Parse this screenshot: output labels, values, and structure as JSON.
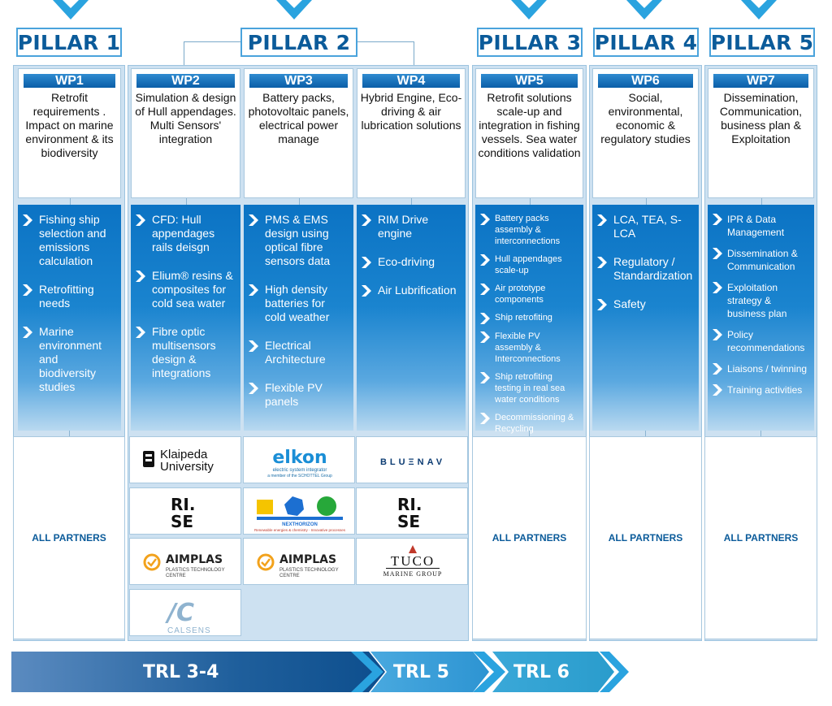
{
  "pillars": [
    {
      "label": "PILLAR 1"
    },
    {
      "label": "PILLAR 2"
    },
    {
      "label": "PILLAR 3"
    },
    {
      "label": "PILLAR 4"
    },
    {
      "label": "PILLAR 5"
    }
  ],
  "wps": [
    {
      "tag": "WP1",
      "title": "Retrofit requirements  . Impact on marine environment & its biodiversity",
      "items": [
        "Fishing ship selection and emissions calculation",
        "Retrofitting needs",
        "Marine environment and biodiversity studies"
      ],
      "partners": "ALL PARTNERS"
    },
    {
      "tag": "WP2",
      "title": "Simulation & design of Hull appendages. Multi Sensors' integration",
      "items": [
        "CFD: Hull appendages rails deisgn",
        "Elium® resins & composites for cold sea water",
        "Fibre optic multisensors design & integrations"
      ]
    },
    {
      "tag": "WP3",
      "title": "Battery packs, photovoltaic panels, electrical power manage",
      "items": [
        "PMS & EMS design using optical fibre sensors data",
        "High density batteries for cold weather",
        "Electrical Architecture",
        "Flexible PV panels"
      ]
    },
    {
      "tag": "WP4",
      "title": "Hybrid Engine, Eco-driving & air lubrication solutions",
      "items": [
        "RIM Drive engine",
        "Eco-driving",
        "Air Lubrification"
      ]
    },
    {
      "tag": "WP5",
      "title": "Retrofit solutions scale-up and integration in fishing vessels. Sea water conditions validation",
      "items": [
        "Battery packs assembly & interconnections",
        "Hull appendages scale-up",
        "Air prototype components",
        "Ship retrofiting",
        "Flexible PV assembly & Interconnections",
        "Ship retrofiting testing in real sea water conditions",
        "Decommissioning & Recycling"
      ],
      "partners": "ALL PARTNERS"
    },
    {
      "tag": "WP6",
      "title": "Social, environmental, economic & regulatory studies",
      "items": [
        "LCA, TEA, S-LCA",
        "Regulatory / Standardization",
        "Safety"
      ],
      "partners": "ALL PARTNERS"
    },
    {
      "tag": "WP7",
      "title": "Dissemination, Communication, business plan & Exploitation",
      "items": [
        "IPR & Data Management",
        "Dissemination & Communication",
        "Exploitation strategy & business plan",
        "Policy recommendations",
        "Liaisons / twinning",
        "Training activities"
      ],
      "partners": "ALL PARTNERS"
    }
  ],
  "logos": {
    "klaipeda": {
      "line1": "Klaipeda",
      "line2": "University"
    },
    "rise": {
      "line1": "RI.",
      "line2": "SE"
    },
    "aimplas": {
      "name": "AIMPLAS",
      "sub1": "PLASTICS TECHNOLOGY",
      "sub2": "CENTRE"
    },
    "calsens": {
      "mark": "/C",
      "name": "CALSENS"
    },
    "elkon": {
      "name": "elkon",
      "sub1": "electric system integrator",
      "sub2": "a member of the SCHOTTEL Group"
    },
    "nexthorizon": {
      "name": "NEXTHORIZON",
      "sub": "Renewable energies & chemistry · Innovative processes"
    },
    "bluenav": {
      "name": "BLUΞNAV"
    },
    "tuco": {
      "name": "TUCO",
      "sub": "MARINE GROUP"
    }
  },
  "trl": {
    "stage1": "TRL 3-4",
    "stage2": "TRL 5",
    "stage3": "TRL 6"
  },
  "colors": {
    "pillar_text": "#0b5b9a",
    "wp_tag": "#0a5ea8",
    "list_top": "#0b73c4",
    "frame": "#cde1f1",
    "trl1": "#1f5f9c",
    "trl2": "#2aa3df"
  }
}
